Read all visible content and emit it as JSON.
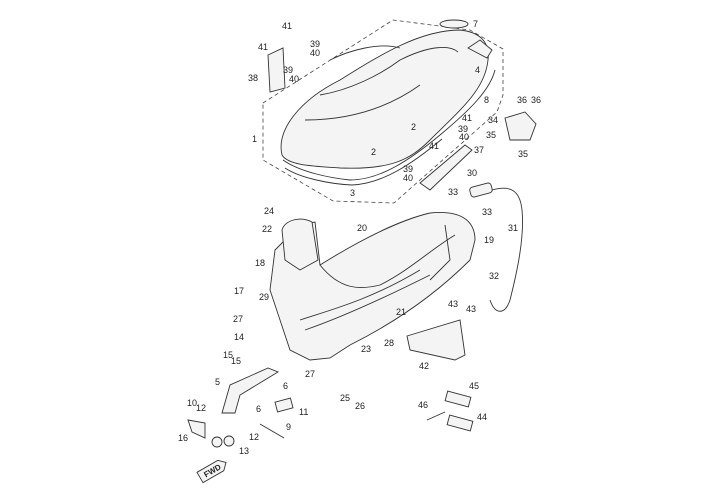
{
  "diagram": {
    "type": "exploded parts diagram",
    "callouts": [
      "41",
      "39",
      "40",
      "41",
      "39",
      "40",
      "38",
      "7",
      "4",
      "8",
      "36",
      "36",
      "34",
      "35",
      "35",
      "1",
      "2",
      "2",
      "41",
      "39",
      "40",
      "37",
      "41",
      "39",
      "40",
      "3",
      "30",
      "33",
      "33",
      "31",
      "24",
      "22",
      "20",
      "19",
      "18",
      "17",
      "29",
      "32",
      "21",
      "43",
      "43",
      "27",
      "14",
      "15",
      "15",
      "28",
      "23",
      "27",
      "42",
      "5",
      "6",
      "10",
      "12",
      "6",
      "11",
      "25",
      "26",
      "45",
      "46",
      "44",
      "9",
      "12",
      "16",
      "13"
    ],
    "direction_label": "FWD"
  }
}
